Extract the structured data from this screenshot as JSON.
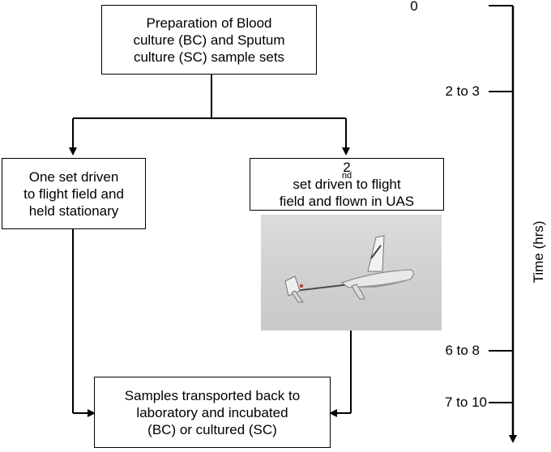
{
  "boxes": {
    "prep": [
      "Preparation of Blood",
      "culture (BC) and Sputum",
      "culture (SC) sample sets"
    ],
    "stationary": [
      "One set driven",
      "to flight field and",
      "held stationary"
    ],
    "flown_line1_prefix": "2",
    "flown_line1_sup": "nd",
    "flown_line1_rest": " set driven to flight",
    "flown_line2": "field and flown in UAS",
    "transport": [
      "Samples transported back to",
      "laboratory and incubated",
      "(BC) or cultured (SC)"
    ]
  },
  "timeline": {
    "axis_title": "Time (hrs)",
    "ticks": [
      "0",
      "2 to 3",
      "6 to 8",
      "7 to 10"
    ]
  },
  "photo": {
    "icon": "uas-aircraft-photo"
  }
}
